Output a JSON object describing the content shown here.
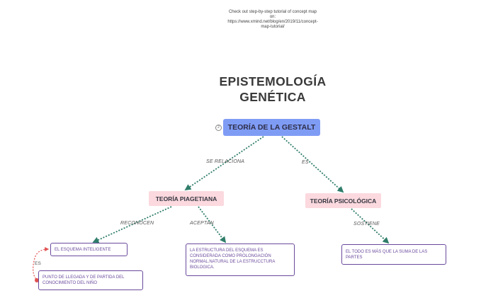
{
  "hint_text": "Check out step-by-step tutorial of concept map\non:\nhttps://www.xmind.net/blog/en/2019/11/concept-\nmap-tutorial/",
  "title": "EPISTEMOLOGÍA\nGENÉTICA",
  "collapse_indicator": "2",
  "nodes": {
    "root": "TEORÍA DE LA GESTALT",
    "piagetiana": "TEORÍA PIAGETIANA",
    "psicologica": "TEORÍA PSICOLÓGICA",
    "esquema": "EL ESQUEMA INTELIGENTE",
    "punto": "PUNTO DE LLEGADA Y DE PARTIDA DEL CONOCIMIENTO DEL NIÑO",
    "estructura": "LA ESTRUCTURA DEL ESQUEMA ES CONSIDERADA COMO PROLONGACIÓN NORMAL.NATURAL DE LA ESTRUCCTURA BIOLOGICA.",
    "todo": "EL TODO ES MÁS QUE LA SUMA DE LAS PARTES"
  },
  "edges": {
    "se_relaciona": "SE RELACIONA",
    "es_root": "ES",
    "reconocen": "RECONOCEN",
    "aceptan": "ACEPTAN",
    "sostiene": "SOSTIENE",
    "es_esquema": "ES"
  },
  "colors": {
    "root_fill": "#7f9cf5",
    "topic_fill": "#fbd9de",
    "leaf_border": "#6a4a9c",
    "connector": "#2f7d6a",
    "relation": "#e05050"
  }
}
